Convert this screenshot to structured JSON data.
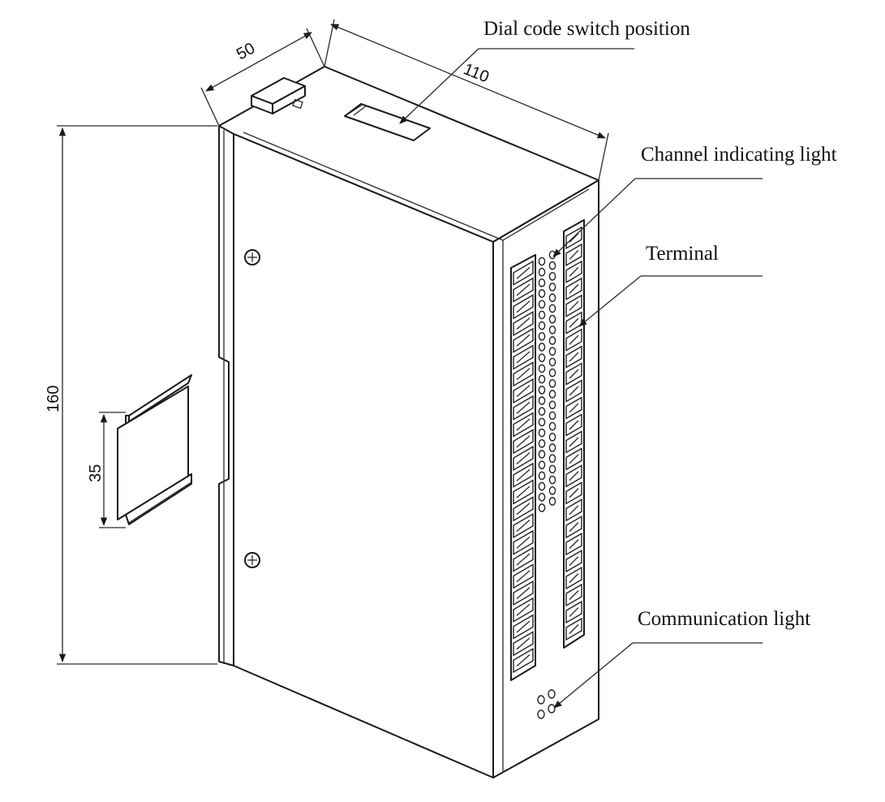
{
  "callouts": {
    "dial_switch": "Dial code switch position",
    "channel_light": "Channel indicating light",
    "terminal": "Terminal",
    "communication_light": "Communication light"
  },
  "dimensions": {
    "width": "50",
    "depth": "110",
    "height": "160",
    "rail": "35"
  },
  "colors": {
    "line": "#1a1a1a",
    "background": "#ffffff"
  }
}
